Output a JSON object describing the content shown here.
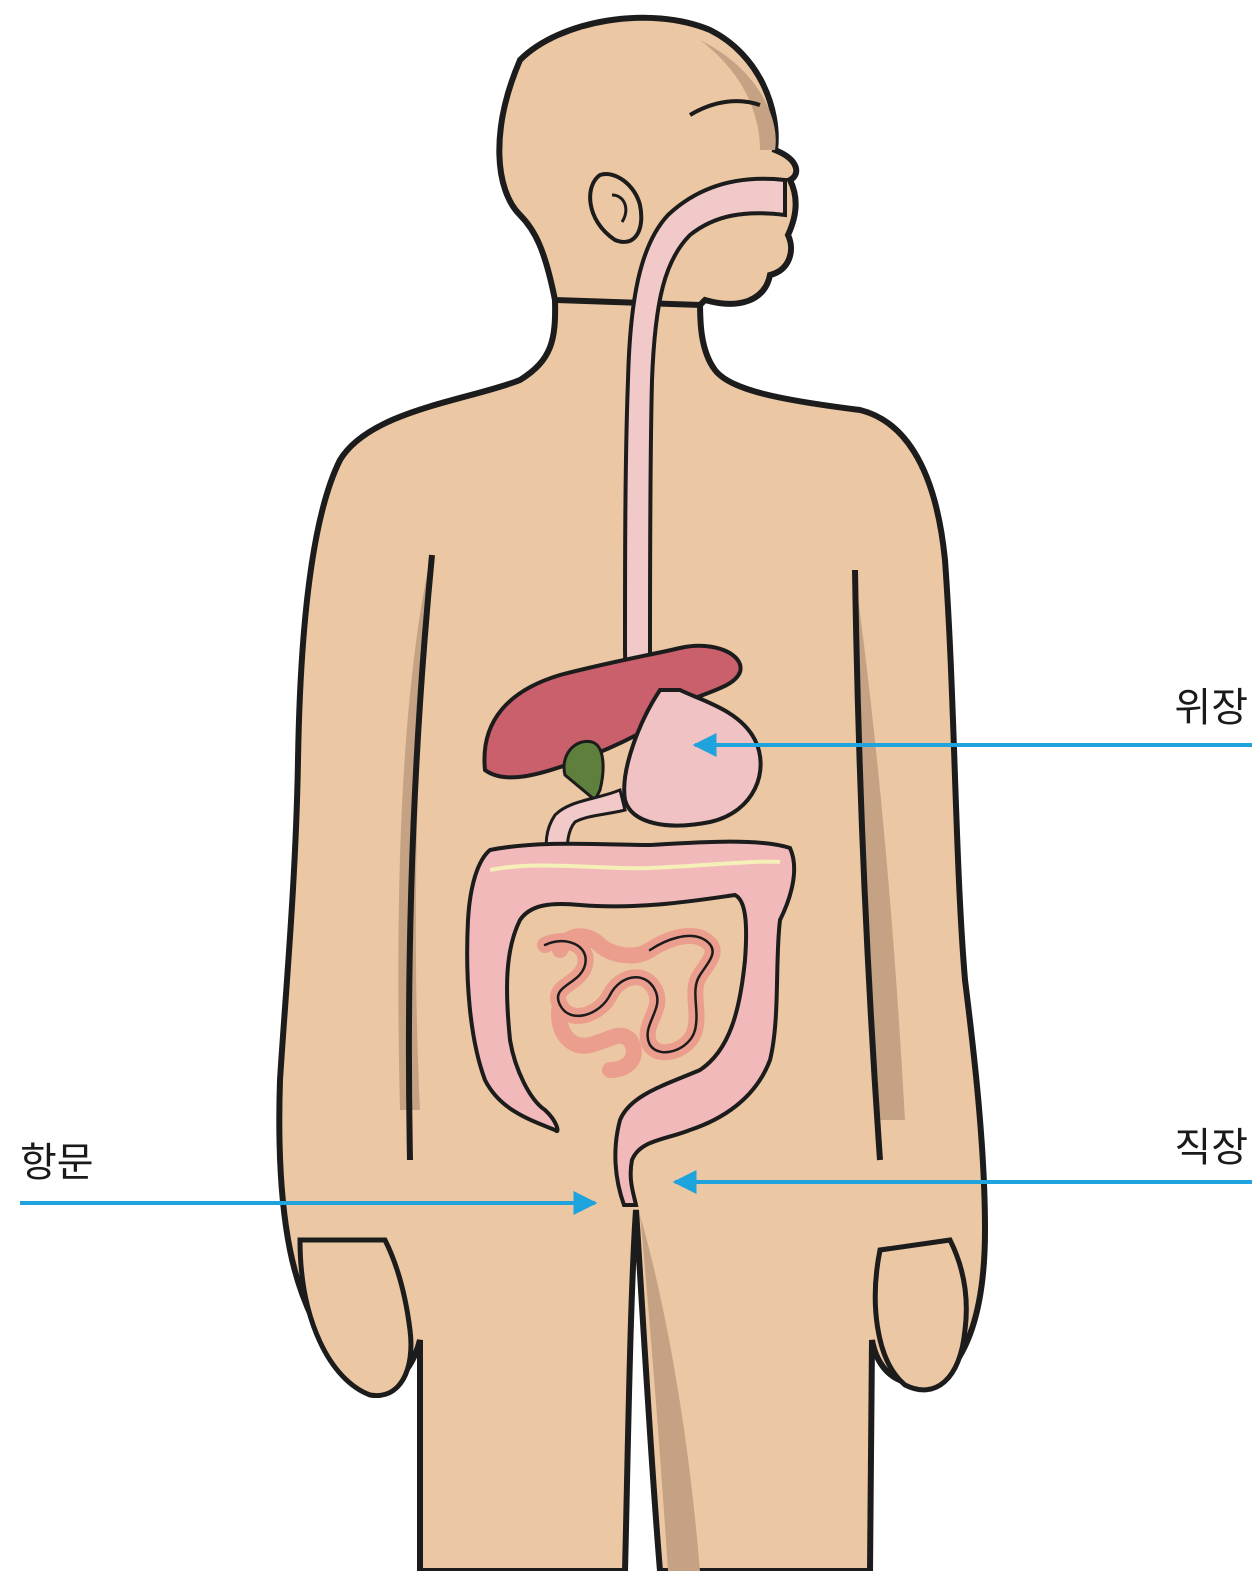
{
  "labels": {
    "stomach": "위장",
    "rectum": "직장",
    "anus": "항문"
  },
  "colors": {
    "skin": "#ebc7a3",
    "skin_shadow": "#c6a284",
    "outline": "#1c1c1c",
    "esophagus": "#f1c9c9",
    "stomach": "#f0c2c4",
    "liver": "#c9606b",
    "gallbladder": "#5f7f3c",
    "large_intestine": "#f2b9bb",
    "small_intestine": "#eb9d8e",
    "arrow": "#1ea3dc"
  }
}
